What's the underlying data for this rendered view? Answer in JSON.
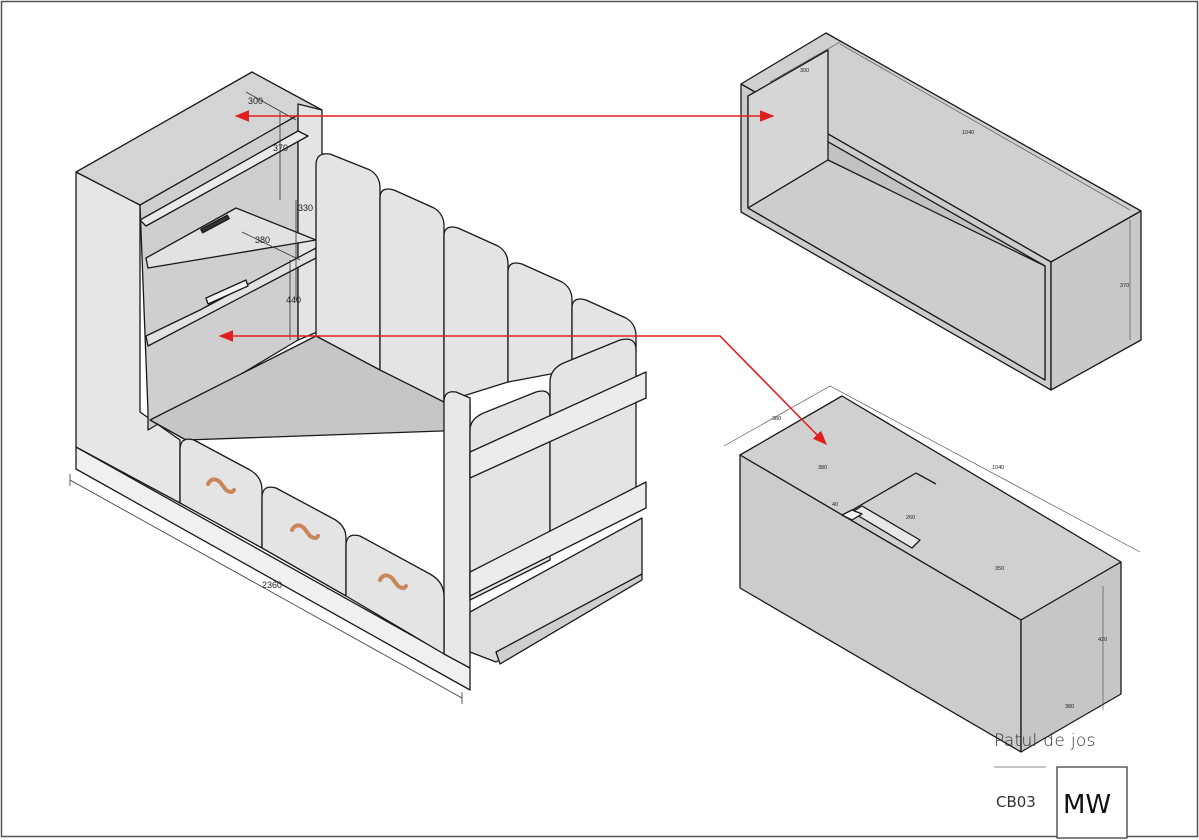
{
  "drawing": {
    "title": "Patul de jos",
    "code": "CB03",
    "logo": "MW"
  },
  "bed": {
    "dimensions": {
      "shelf_depth": "300",
      "shelf_top_height": "370",
      "shelf_mid_height": "330",
      "drawer_depth": "380",
      "lower_height": "440",
      "overall_length": "2360"
    }
  },
  "shelf_unit": {
    "dimensions": {
      "depth": "300",
      "length": "1040",
      "height": "370"
    }
  },
  "storage_box": {
    "dimensions": {
      "depth": "380",
      "depth_inner": "380",
      "length": "1040",
      "handle_offset": "40",
      "lid_front": "260",
      "lid_back": "350",
      "height": "420",
      "depth_side": "380"
    }
  },
  "colors": {
    "arrow": "#e02020",
    "panel": "#dcdcdc",
    "panel_dark": "#c8c8c8",
    "line": "#1a1a1a",
    "handle": "#c8865a"
  }
}
